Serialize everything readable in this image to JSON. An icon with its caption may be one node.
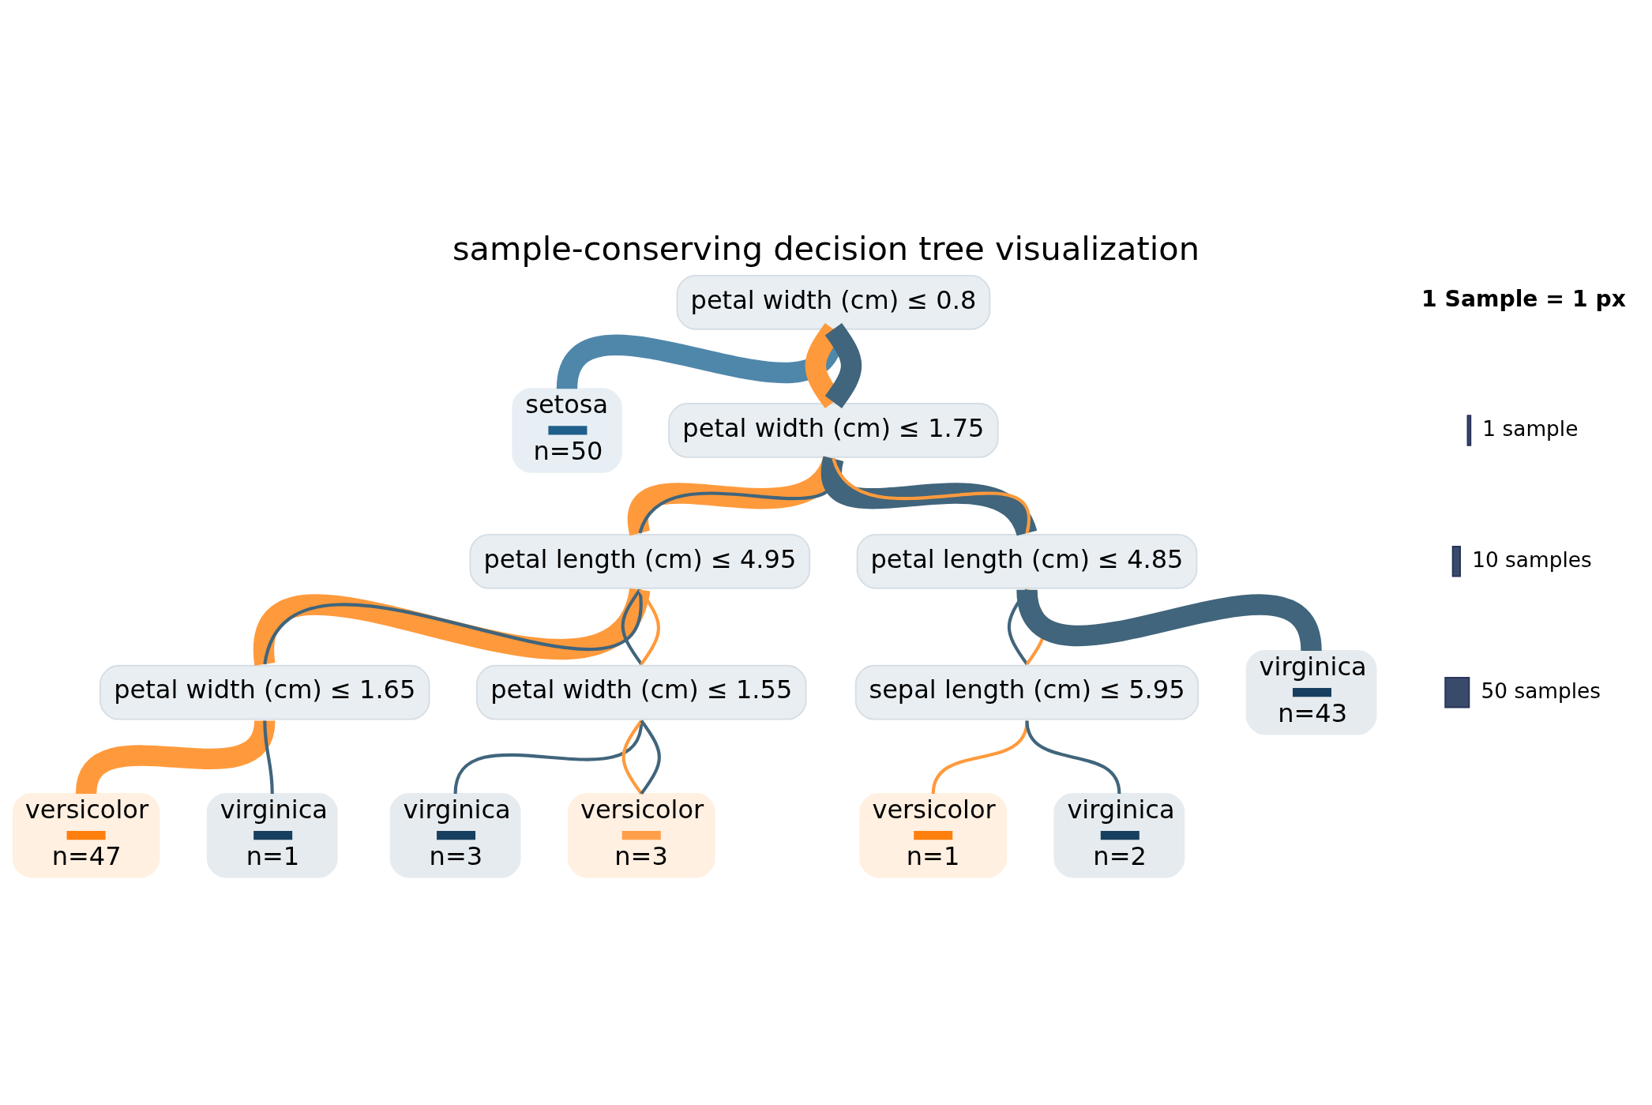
{
  "diagram": {
    "title": "sample-conserving decision tree visualization",
    "nodes": [
      {
        "text": [
          "petal width (cm) ≤ 0.8"
        ]
      },
      {
        "text": [
          "setosa",
          "n=50"
        ]
      },
      {
        "text": [
          "petal width (cm) ≤ 1.75"
        ]
      },
      {
        "text": [
          "petal length (cm) ≤ 4.95"
        ]
      },
      {
        "text": [
          "petal length (cm) ≤ 4.85"
        ]
      },
      {
        "text": [
          "petal width (cm) ≤ 1.65"
        ]
      },
      {
        "text": [
          "petal width (cm) ≤ 1.55"
        ]
      },
      {
        "text": [
          "sepal length (cm) ≤ 5.95"
        ]
      },
      {
        "text": [
          "virginica",
          "n=43"
        ]
      },
      {
        "text": [
          "versicolor",
          "n=47"
        ]
      },
      {
        "text": [
          "virginica",
          "n=1"
        ]
      },
      {
        "text": [
          "virginica",
          "n=3"
        ]
      },
      {
        "text": [
          "versicolor",
          "n=3"
        ]
      },
      {
        "text": [
          "versicolor",
          "n=1"
        ]
      },
      {
        "text": [
          "virginica",
          "n=2"
        ]
      }
    ],
    "edges": [
      {
        "from": 0,
        "to": 1,
        "arrow": "none",
        "style": "thick",
        "color": "#4f87ab"
      },
      {
        "from": 0,
        "to": 2,
        "arrow": "none",
        "style": "thick",
        "color": "#ff9a3c"
      },
      {
        "from": 0,
        "to": 2,
        "arrow": "none",
        "style": "thick"
      },
      {
        "from": 2,
        "to": 3,
        "arrow": "none",
        "style": "thick",
        "color": "#ff9a3c"
      },
      {
        "from": 2,
        "to": 3,
        "arrow": "none"
      },
      {
        "from": 2,
        "to": 4,
        "arrow": "none",
        "style": "thick"
      },
      {
        "from": 2,
        "to": 4,
        "arrow": "none",
        "color": "#ff9a3c"
      },
      {
        "from": 3,
        "to": 5,
        "arrow": "none",
        "style": "thick",
        "color": "#ff9a3c"
      },
      {
        "from": 3,
        "to": 5,
        "arrow": "none"
      },
      {
        "from": 3,
        "to": 6,
        "arrow": "none"
      },
      {
        "from": 3,
        "to": 6,
        "arrow": "none",
        "color": "#ff9a3c"
      },
      {
        "from": 4,
        "to": 7,
        "arrow": "none"
      },
      {
        "from": 4,
        "to": 7,
        "arrow": "none",
        "color": "#ff9a3c"
      },
      {
        "from": 4,
        "to": 8,
        "arrow": "none",
        "style": "thick"
      },
      {
        "from": 5,
        "to": 9,
        "arrow": "none",
        "style": "thick",
        "color": "#ff9a3c"
      },
      {
        "from": 5,
        "to": 10,
        "arrow": "none"
      },
      {
        "from": 6,
        "to": 11,
        "arrow": "none"
      },
      {
        "from": 6,
        "to": 12,
        "arrow": "none",
        "color": "#ff9a3c"
      },
      {
        "from": 6,
        "to": 12,
        "arrow": "none"
      },
      {
        "from": 7,
        "to": 13,
        "arrow": "none",
        "color": "#ff9a3c"
      },
      {
        "from": 7,
        "to": 14,
        "arrow": "none"
      }
    ],
    "labels": [
      "1 Sample = 1 px"
    ],
    "legend": [
      {
        "text": "1 sample"
      },
      {
        "text": "10 samples"
      },
      {
        "text": "50 samples"
      }
    ]
  }
}
